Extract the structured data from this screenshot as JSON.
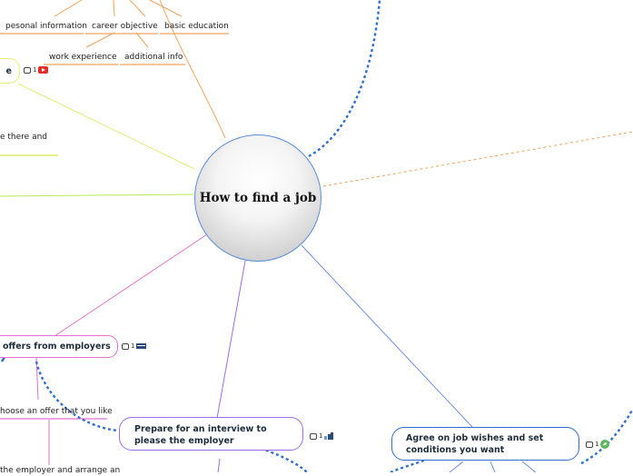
{
  "central": {
    "title": "How to find a job"
  },
  "resume_items": [
    "pesonal information",
    "career objective",
    "basic education",
    "work experience",
    "additional info"
  ],
  "partial_node_left": "e",
  "partial_text_left": "e there and",
  "offers_node": "offers from employers",
  "offers_sub": "hoose an offer that you like",
  "offers_sub2": "the employer and arrange an",
  "interview_node": "Prepare for an interview to please the employer",
  "agree_node": "Agree on job wishes and set conditions you want",
  "badges": {
    "count": "1"
  },
  "icons": [
    "comment-icon",
    "youtube-icon",
    "notebook-icon",
    "chart-icon",
    "leaf-icon"
  ],
  "colors": {
    "orange": "#f0a35a",
    "green": "#c7e86a",
    "pink": "#e56ed2",
    "purple": "#9b6ee8",
    "blue": "#2f6fd0"
  }
}
